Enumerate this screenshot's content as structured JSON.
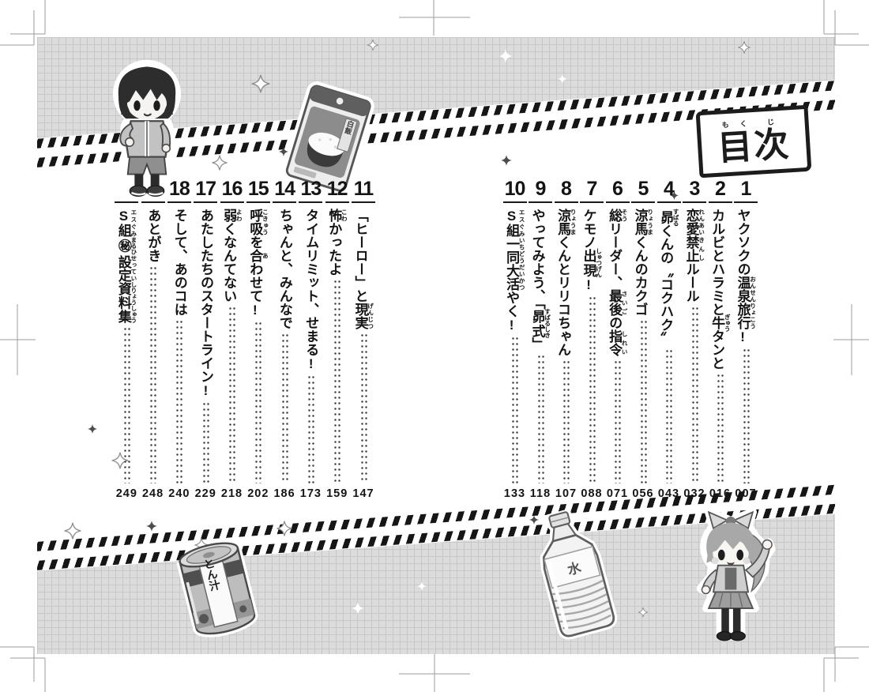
{
  "stamp": {
    "label": "目次",
    "reading": "もくじ",
    "segments": [
      {
        "t": "目",
        "r": "もく"
      },
      {
        "t": "次",
        "r": "じ"
      }
    ]
  },
  "toc": {
    "right_page": {
      "entries": [
        {
          "num": "1",
          "page": "007",
          "title": [
            {
              "t": "ヤクソクの"
            },
            {
              "t": "温泉",
              "r": "おんせん"
            },
            {
              "t": "旅行",
              "r": "りょこう"
            },
            {
              "t": "!"
            }
          ]
        },
        {
          "num": "2",
          "page": "016",
          "title": [
            {
              "t": "カルビとハラミと"
            },
            {
              "t": "牛",
              "r": "ぎゅう"
            },
            {
              "t": "タンと"
            }
          ]
        },
        {
          "num": "3",
          "page": "032",
          "title": [
            {
              "t": "恋愛",
              "r": "れんあい"
            },
            {
              "t": "禁止",
              "r": "きんし"
            },
            {
              "t": "ルール"
            }
          ]
        },
        {
          "num": "4",
          "page": "043",
          "title": [
            {
              "t": "昴",
              "r": "すばる"
            },
            {
              "t": "くんの〝コクハク〟"
            }
          ]
        },
        {
          "num": "5",
          "page": "056",
          "title": [
            {
              "t": "涼馬",
              "r": "りょうま"
            },
            {
              "t": "くんのカクゴ"
            }
          ]
        },
        {
          "num": "6",
          "page": "071",
          "title": [
            {
              "t": "総",
              "r": "そう"
            },
            {
              "t": "リーダー、"
            },
            {
              "t": "最後",
              "r": "さいご"
            },
            {
              "t": "の"
            },
            {
              "t": "指令",
              "r": "しれい"
            }
          ]
        },
        {
          "num": "7",
          "page": "088",
          "title": [
            {
              "t": "ケモノ"
            },
            {
              "t": "出現",
              "r": "しゅつげん"
            },
            {
              "t": "!"
            }
          ]
        },
        {
          "num": "8",
          "page": "107",
          "title": [
            {
              "t": "涼馬",
              "r": "りょうま"
            },
            {
              "t": "くんとリリコちゃん"
            }
          ]
        },
        {
          "num": "9",
          "page": "118",
          "title": [
            {
              "t": "やってみよう、「"
            },
            {
              "t": "昴式",
              "r": "すばるしき"
            },
            {
              "t": "」"
            }
          ]
        },
        {
          "num": "10",
          "page": "133",
          "title": [
            {
              "t": "S組",
              "r": "エスぐみ"
            },
            {
              "t": "一同",
              "r": "いちどう"
            },
            {
              "t": "大活",
              "r": "だいかつ"
            },
            {
              "t": "やく!"
            }
          ]
        }
      ]
    },
    "left_page": {
      "entries": [
        {
          "num": "11",
          "page": "147",
          "title": [
            {
              "t": "「ヒーロー」と"
            },
            {
              "t": "現実",
              "r": "げんじつ"
            }
          ]
        },
        {
          "num": "12",
          "page": "159",
          "title": [
            {
              "t": "怖",
              "r": "こわ"
            },
            {
              "t": "かったよ"
            }
          ]
        },
        {
          "num": "13",
          "page": "173",
          "title": [
            {
              "t": "タイムリミット、せまる!"
            }
          ]
        },
        {
          "num": "14",
          "page": "186",
          "title": [
            {
              "t": "ちゃんと、みんなで"
            }
          ]
        },
        {
          "num": "15",
          "page": "202",
          "title": [
            {
              "t": "呼吸",
              "r": "こきゅう"
            },
            {
              "t": "を"
            },
            {
              "t": "合",
              "r": "あ"
            },
            {
              "t": "わせて!"
            }
          ]
        },
        {
          "num": "16",
          "page": "218",
          "title": [
            {
              "t": "弱",
              "r": "よわ"
            },
            {
              "t": "くなんてない"
            }
          ]
        },
        {
          "num": "17",
          "page": "229",
          "title": [
            {
              "t": "あたしたちのスタートライン!"
            }
          ]
        },
        {
          "num": "18",
          "page": "240",
          "title": [
            {
              "t": "そして、あのコは"
            }
          ]
        },
        {
          "num": "",
          "page": "248",
          "title": [
            {
              "t": "あとがき"
            }
          ]
        },
        {
          "num": "",
          "page": "249",
          "title": [
            {
              "t": "S組",
              "r": "エスぐみ"
            },
            {
              "t": "㊙",
              "r": "まるひ"
            },
            {
              "t": "設定",
              "r": "せってい"
            },
            {
              "t": "資料集",
              "r": "しりょうしゅう"
            }
          ]
        }
      ]
    }
  },
  "decorations": {
    "rice_pouch_label": "白飯",
    "can_label": "とん汁",
    "bottle_label": "水"
  },
  "colors": {
    "grid_bg": "#dcdcdc",
    "grid_line": "#c7c7c7",
    "stripe": "#161616",
    "ink": "#1a1a1a",
    "crop_mark": "#9b9b9b"
  }
}
